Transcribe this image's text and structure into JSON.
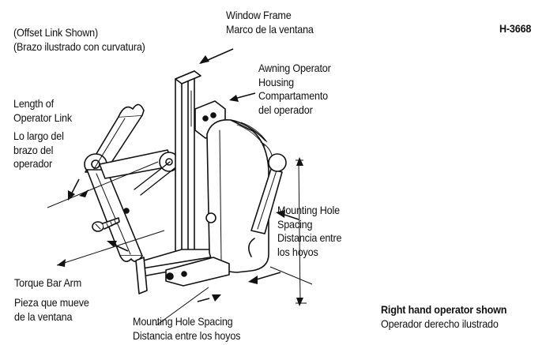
{
  "part_number": "H-3668",
  "labels": {
    "offset_link": [
      "(Offset Link Shown)",
      "(Brazo ilustrado con curvatura)"
    ],
    "window_frame": [
      "Window Frame",
      "Marco de la ventana"
    ],
    "housing": [
      "Awning Operator",
      "Housing",
      "Compartamento",
      "del operador"
    ],
    "link_length_en": [
      "Length of",
      "Operator Link"
    ],
    "link_length_es": [
      "Lo largo del",
      "brazo del",
      "operador"
    ],
    "mounting_right": [
      "Mounting Hole",
      "Spacing",
      "Distancia entre",
      "los hoyos"
    ],
    "torque_bar_en": "Torque Bar Arm",
    "torque_bar_es": [
      "Pieza que mueve",
      "de la ventana"
    ],
    "mounting_bottom": [
      "Mounting Hole Spacing",
      "Distancia entre los hoyos"
    ],
    "hand_note": [
      "Right hand operator shown",
      "Operador derecho ilustrado"
    ]
  }
}
